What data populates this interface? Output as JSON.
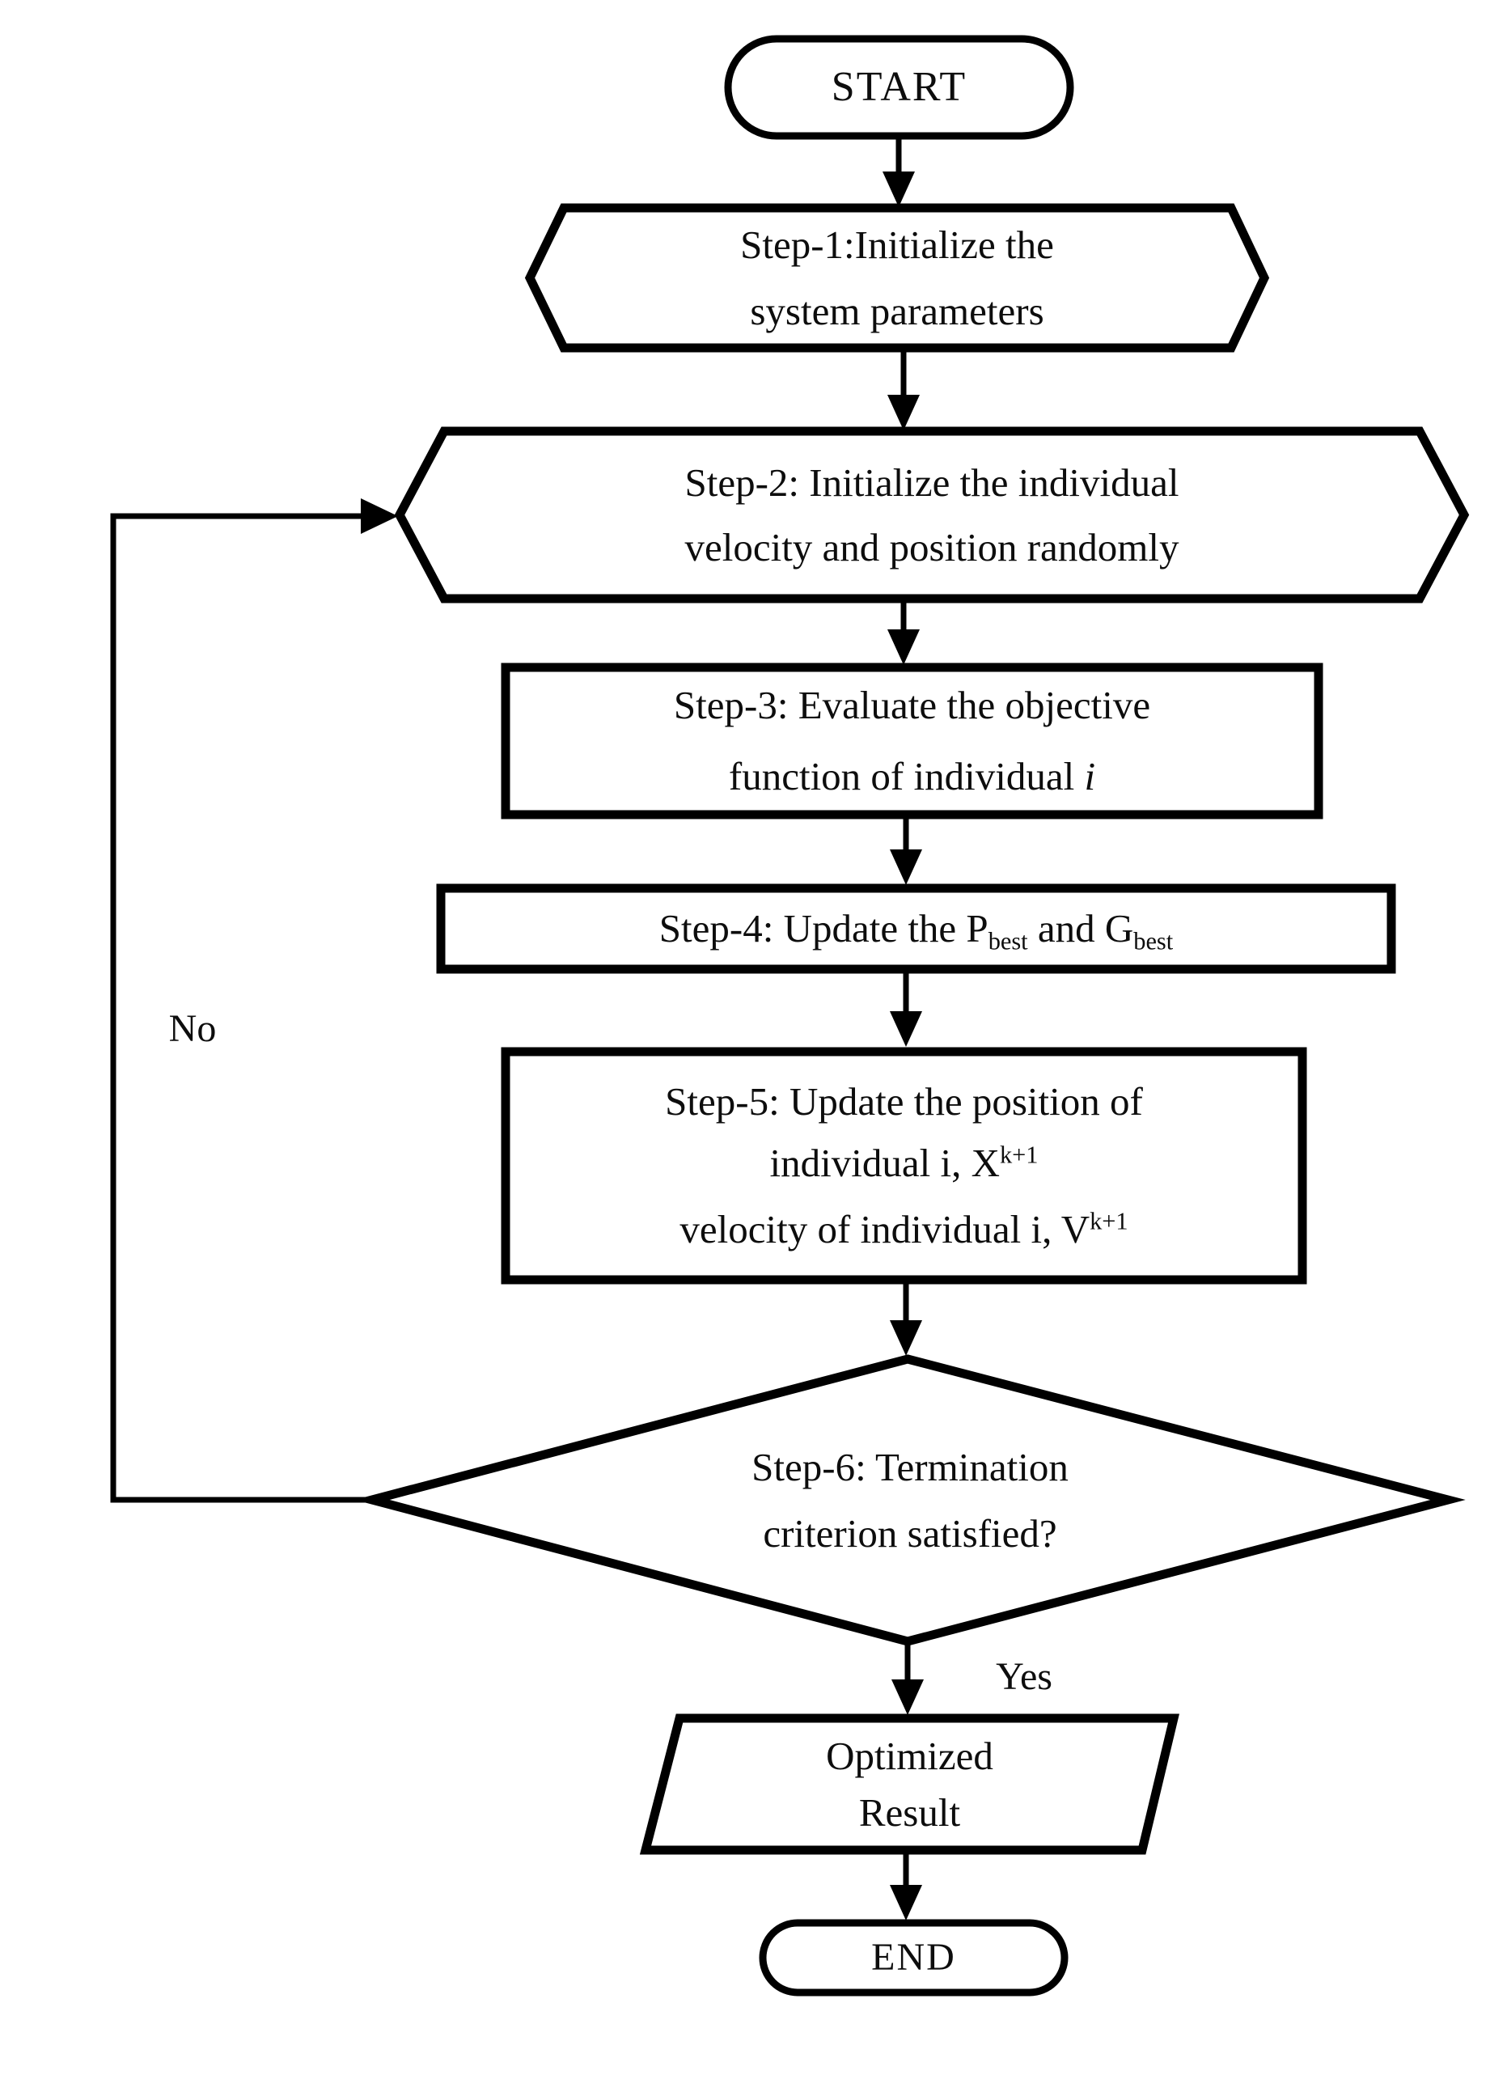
{
  "colors": {
    "stroke": "#000000",
    "text": "#0d0d0d",
    "background": "#ffffff"
  },
  "nodes": {
    "start": {
      "label": "START"
    },
    "step1": {
      "lines": [
        "Step-1:Initialize the",
        "system parameters"
      ]
    },
    "step2": {
      "lines": [
        "Step-2: Initialize the individual",
        "velocity and position randomly"
      ]
    },
    "step3": {
      "line1": "Step-3: Evaluate the objective",
      "line2_text": "function of individual ",
      "line2_var": "i"
    },
    "step4": {
      "part1": "Step-4: Update the P",
      "sub1": "best",
      "part2": " and G",
      "sub2": "best"
    },
    "step5": {
      "line1": "Step-5: Update the position of",
      "line2_text": "individual i, X",
      "line2_sup": "k+1",
      "line3_text": "velocity of individual i, V",
      "line3_sup": "k+1"
    },
    "step6": {
      "lines": [
        "Step-6: Termination",
        "criterion satisfied?"
      ]
    },
    "result": {
      "lines": [
        "Optimized",
        "Result"
      ]
    },
    "end": {
      "label": "END"
    }
  },
  "edges": {
    "no_label": "No",
    "yes_label": "Yes"
  }
}
